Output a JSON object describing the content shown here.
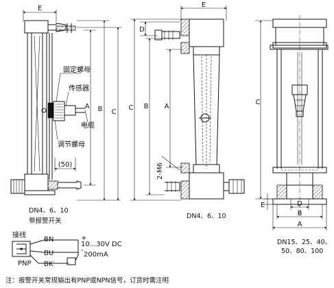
{
  "view1": {
    "dim_e": "E",
    "dim_b": "B",
    "dim_c": "C",
    "dim_a": "A",
    "dim_50": "(50)",
    "label_fixed_nut": "固定螺母",
    "label_sensor": "传感器",
    "label_cable": "电缆",
    "label_adjust_nut": "调节螺母",
    "caption_line1": "DN4、6、10",
    "caption_line2": "带报警开关"
  },
  "view2": {
    "dim_e": "E",
    "dim_d": "D",
    "dim_c": "C",
    "dim_b": "B",
    "dim_a": "A",
    "dim_m6": "2-M6",
    "caption": "DN4、6、10"
  },
  "view3": {
    "dim_c": "C",
    "dim_e": "E",
    "dim_d": "D",
    "dim_b": "B",
    "dim_a": "A",
    "caption_line1": "DN15、25、40、",
    "caption_line2": "50、80、100"
  },
  "wiring": {
    "title": "接线",
    "bn": "BN",
    "bu": "BU",
    "bk": "BK",
    "pnp": "PNP",
    "plus": "+",
    "voltage": "10...30V DC",
    "minus": "-",
    "current": "200mA"
  },
  "note": "注：报警开关常规输出有PNP或NPN信号，订货时需注明"
}
